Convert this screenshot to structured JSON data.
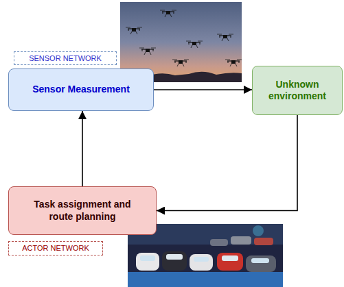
{
  "diagram": {
    "nodes": [
      {
        "text": [
          "Sensor Measurement"
        ]
      },
      {
        "text": [
          "Unknown environment"
        ]
      },
      {
        "text": [
          "Task assignment and route planning"
        ]
      }
    ],
    "edges": [
      {
        "from": 0,
        "to": 1,
        "arrow": "to"
      },
      {
        "from": 1,
        "to": 2,
        "arrow": "to"
      },
      {
        "from": 2,
        "to": 0,
        "arrow": "to"
      }
    ],
    "labels": [
      "SENSOR NETWORK",
      "ACTOR NETWORK"
    ]
  }
}
